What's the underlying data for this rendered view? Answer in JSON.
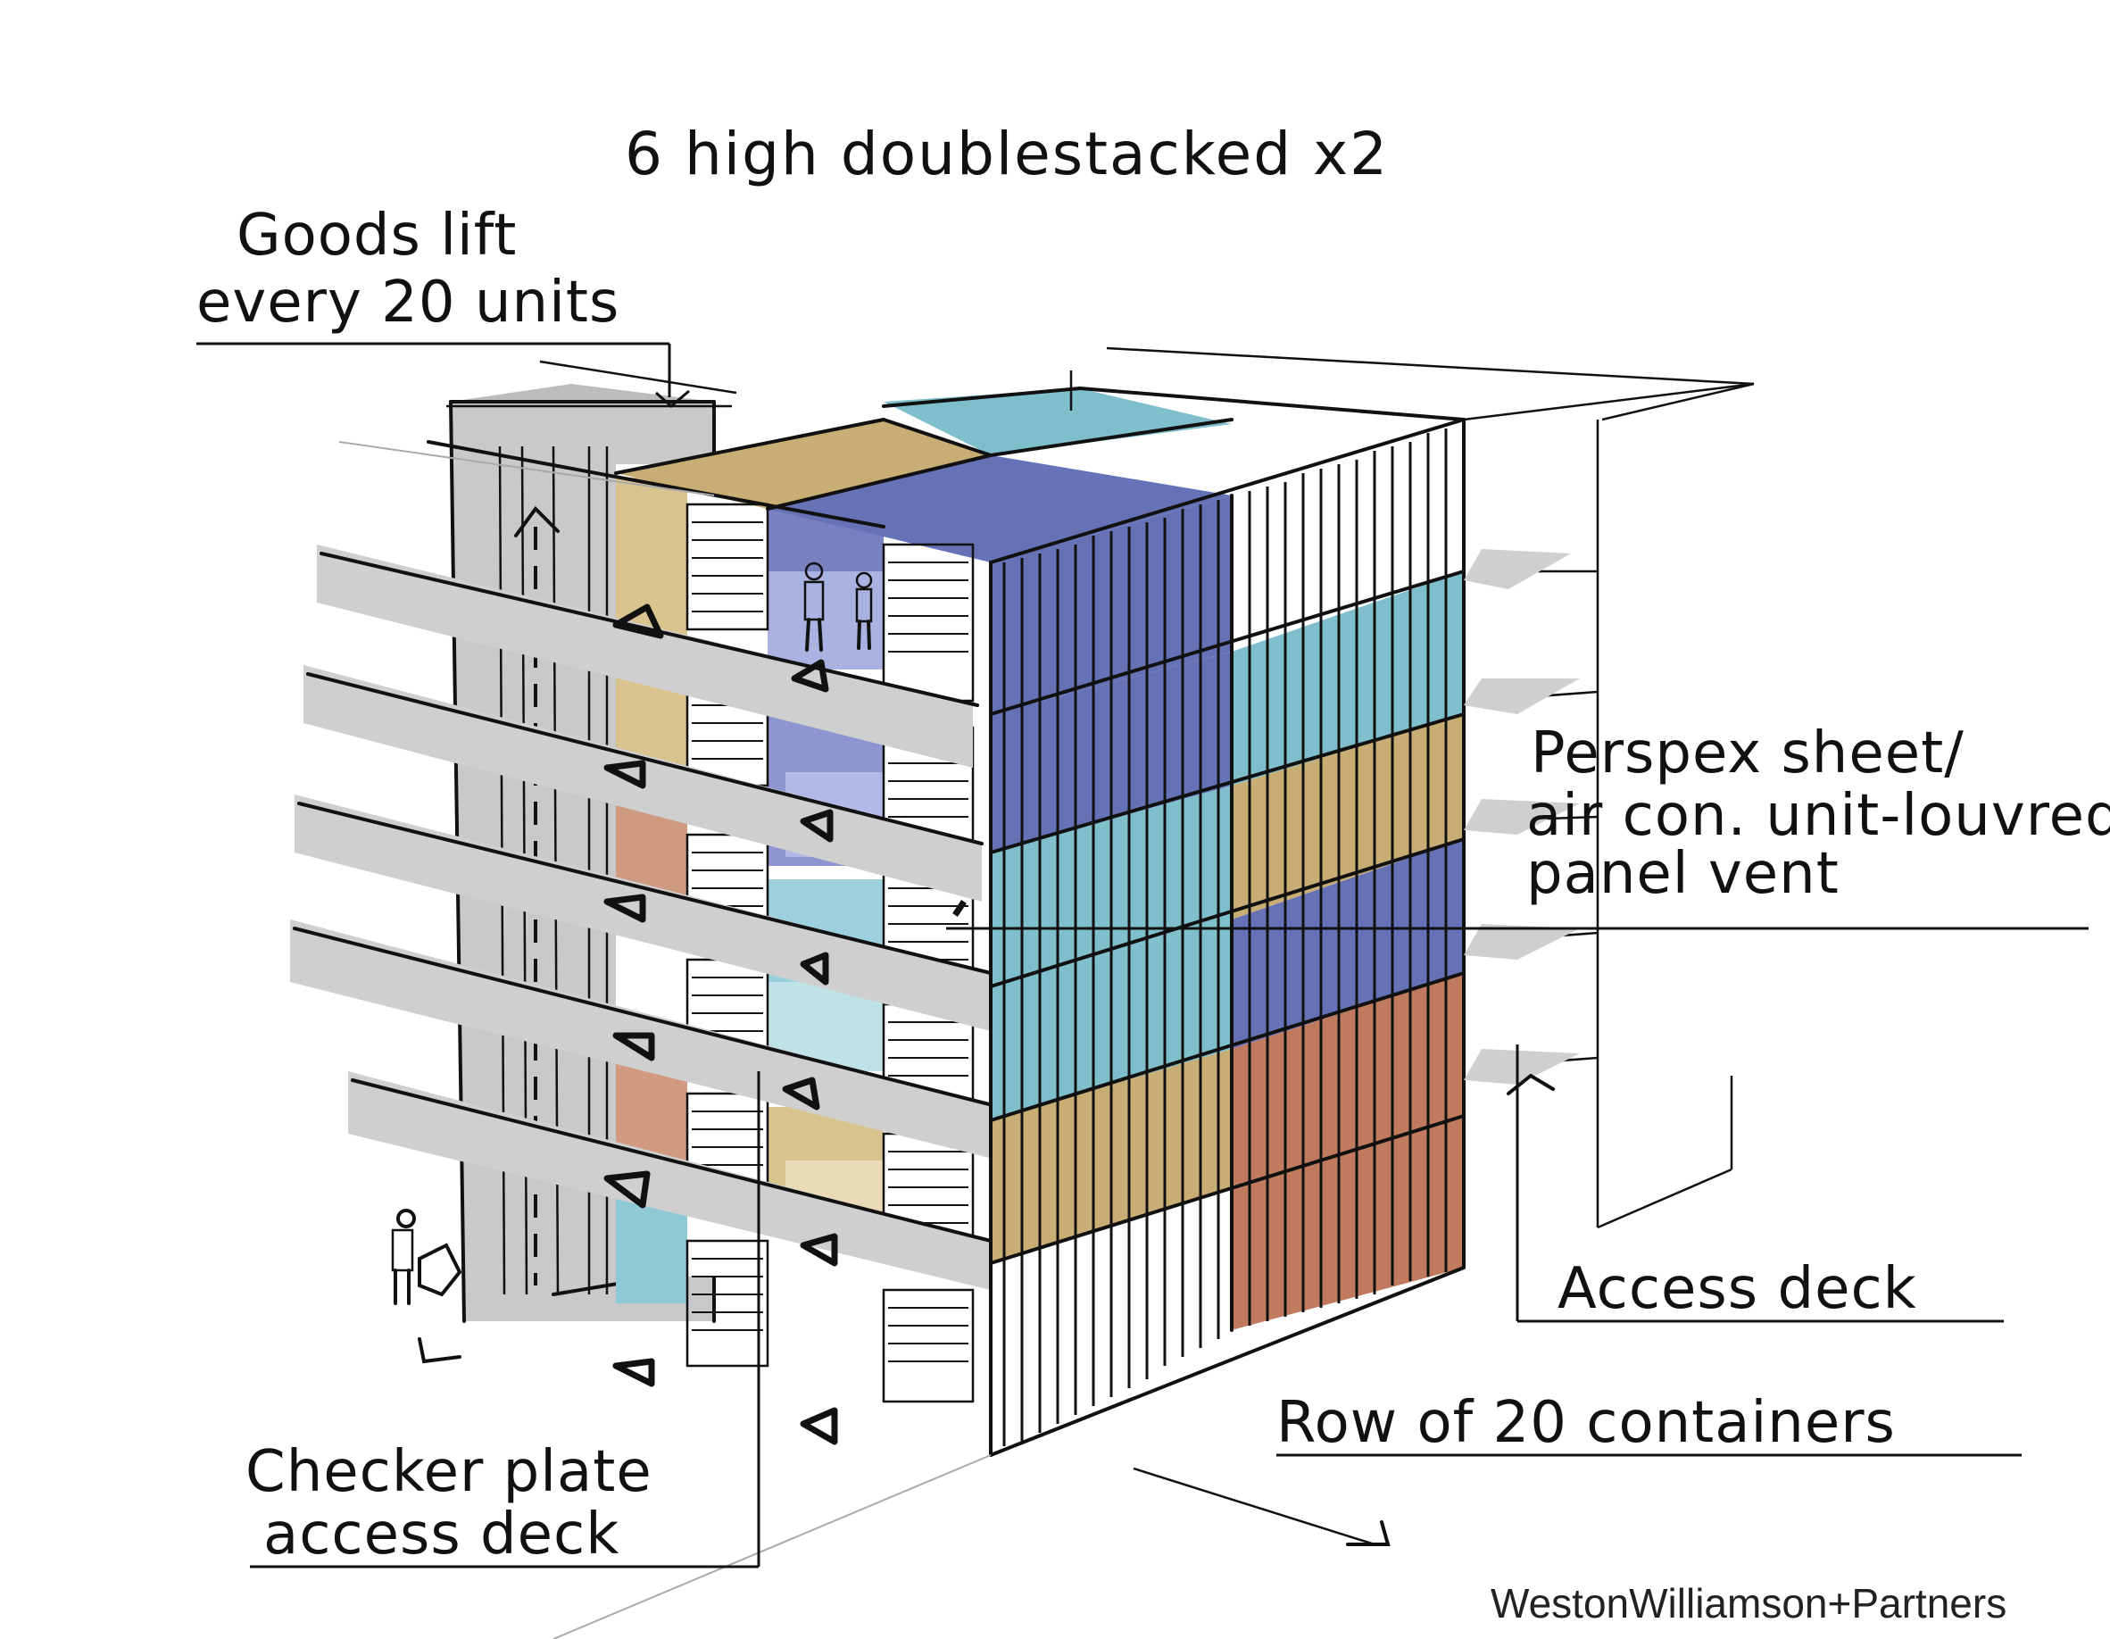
{
  "title": "6 high doublestacked x2",
  "annotations": {
    "goods_lift_line1": "Goods lift",
    "goods_lift_line2": "every 20 units",
    "perspex_line1": "Perspex sheet/",
    "perspex_line2": "air con. unit-louvred",
    "perspex_line3": "panel vent",
    "access_deck": "Access deck",
    "row_containers": "Row of 20 containers",
    "checker_line1": "Checker plate",
    "checker_line2": "access deck"
  },
  "credit": "WestonWilliamson+Partners",
  "colors": {
    "lift_grey": "#c9c9cb",
    "deck_grey": "#cfcfcf",
    "navy": "#6672b6",
    "teal": "#7fbfcc",
    "ochre": "#c8ad74",
    "rust": "#c07a5e",
    "lavender": "#a9b2e0",
    "light_blue": "#b6dde6",
    "ink": "#111111"
  },
  "icons": [
    "up-arrow-icon",
    "triangle-marker-icon",
    "person-figure-icon"
  ]
}
